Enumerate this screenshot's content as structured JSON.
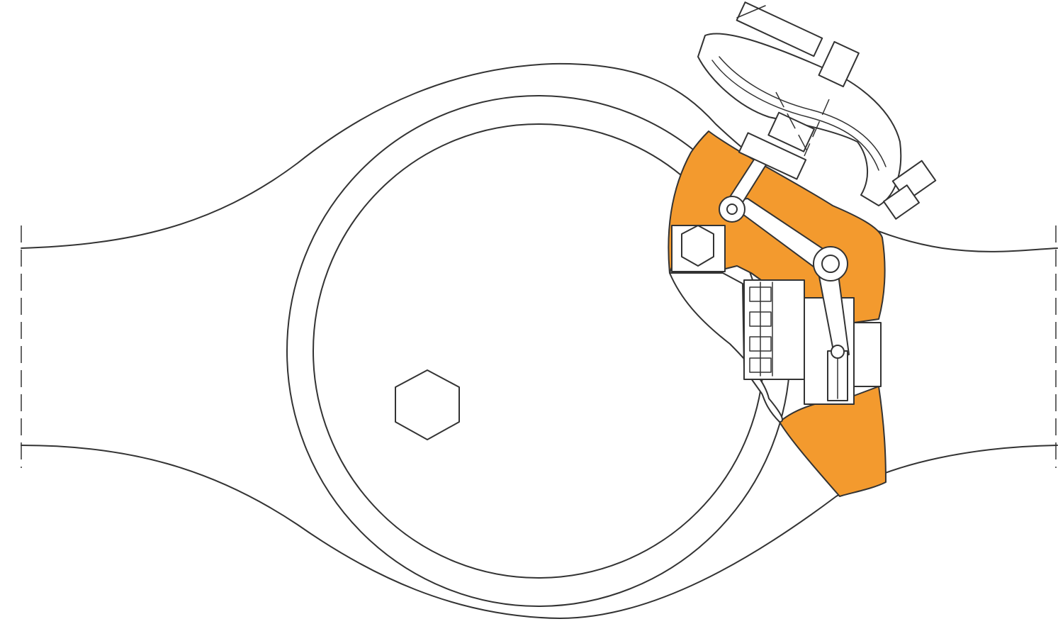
{
  "diagram": {
    "colors": {
      "background": "#ffffff",
      "line": "#333333",
      "cutaway": "#f39a2e"
    },
    "parts": [
      {
        "name": "pipe-body",
        "label": ""
      },
      {
        "name": "flange-bolt",
        "label": ""
      },
      {
        "name": "valve-disc",
        "label": ""
      },
      {
        "name": "actuator",
        "label": ""
      },
      {
        "name": "cutaway-section",
        "label": ""
      }
    ]
  }
}
